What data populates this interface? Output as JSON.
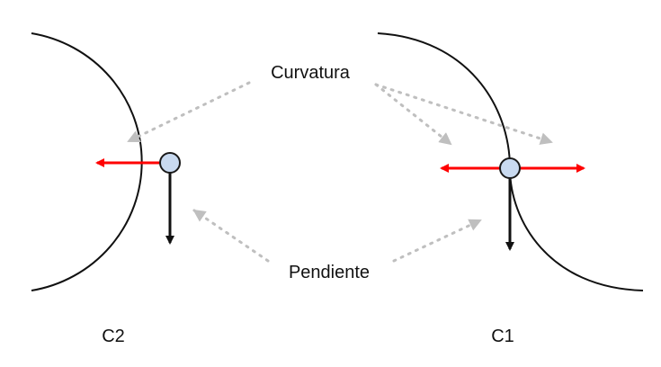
{
  "labels": {
    "curvature": "Curvatura",
    "slope": "Pendiente",
    "left_curve": "C2",
    "right_curve": "C1"
  },
  "colors": {
    "curve": "#111111",
    "curvature_vector": "#ff0000",
    "slope_vector": "#111111",
    "pointer": "#bfbfbf",
    "point_fill": "#c9daf0",
    "point_stroke": "#1a1a1a"
  }
}
